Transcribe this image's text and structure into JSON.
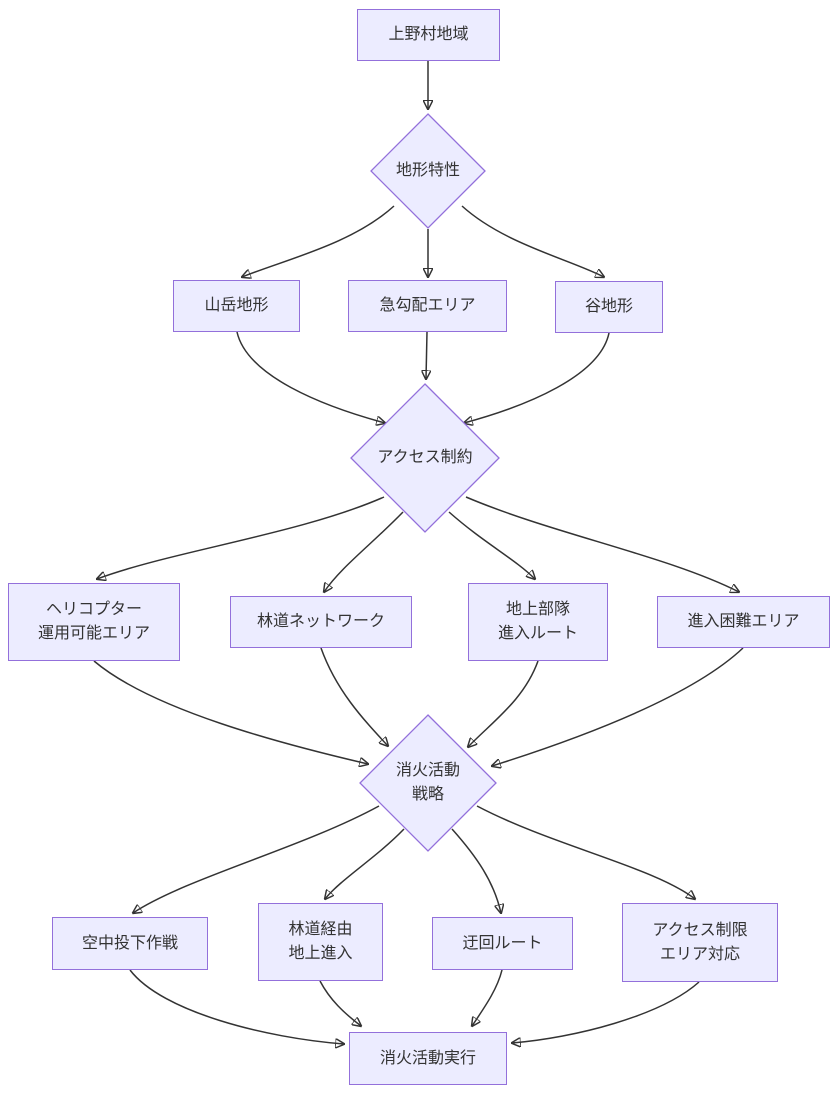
{
  "diagram": {
    "type": "flowchart",
    "direction": "top-down",
    "colors": {
      "node_fill": "#ECECFF",
      "node_border": "#9370DB",
      "edge_color": "#333333",
      "text_color": "#333333",
      "background": "#ffffff"
    },
    "nodes": {
      "region": {
        "label": "上野村地域",
        "shape": "rect"
      },
      "terrain_decision": {
        "label": "地形特性",
        "shape": "diamond"
      },
      "mountain": {
        "label": "山岳地形",
        "shape": "rect"
      },
      "steep_slope": {
        "label": "急勾配エリア",
        "shape": "rect"
      },
      "valley": {
        "label": "谷地形",
        "shape": "rect"
      },
      "access_decision": {
        "label": "アクセス制約",
        "shape": "diamond"
      },
      "helicopter_area": {
        "line1": "ヘリコプター",
        "line2": "運用可能エリア",
        "shape": "rect"
      },
      "forest_road_network": {
        "label": "林道ネットワーク",
        "shape": "rect"
      },
      "ground_troops_route": {
        "line1": "地上部隊",
        "line2": "進入ルート",
        "shape": "rect"
      },
      "hard_access_area": {
        "label": "進入困難エリア",
        "shape": "rect"
      },
      "strategy_decision": {
        "line1": "消火活動",
        "line2": "戦略",
        "shape": "diamond"
      },
      "air_drop": {
        "label": "空中投下作戦",
        "shape": "rect"
      },
      "via_forest_road": {
        "line1": "林道経由",
        "line2": "地上進入",
        "shape": "rect"
      },
      "detour_route": {
        "label": "迂回ルート",
        "shape": "rect"
      },
      "restricted_area_response": {
        "line1": "アクセス制限",
        "line2": "エリア対応",
        "shape": "rect"
      },
      "execute": {
        "label": "消火活動実行",
        "shape": "rect"
      }
    },
    "edges": [
      {
        "from": "region",
        "to": "terrain_decision"
      },
      {
        "from": "terrain_decision",
        "to": "mountain"
      },
      {
        "from": "terrain_decision",
        "to": "steep_slope"
      },
      {
        "from": "terrain_decision",
        "to": "valley"
      },
      {
        "from": "mountain",
        "to": "access_decision"
      },
      {
        "from": "steep_slope",
        "to": "access_decision"
      },
      {
        "from": "valley",
        "to": "access_decision"
      },
      {
        "from": "access_decision",
        "to": "helicopter_area"
      },
      {
        "from": "access_decision",
        "to": "forest_road_network"
      },
      {
        "from": "access_decision",
        "to": "ground_troops_route"
      },
      {
        "from": "access_decision",
        "to": "hard_access_area"
      },
      {
        "from": "helicopter_area",
        "to": "strategy_decision"
      },
      {
        "from": "forest_road_network",
        "to": "strategy_decision"
      },
      {
        "from": "ground_troops_route",
        "to": "strategy_decision"
      },
      {
        "from": "hard_access_area",
        "to": "strategy_decision"
      },
      {
        "from": "strategy_decision",
        "to": "air_drop"
      },
      {
        "from": "strategy_decision",
        "to": "via_forest_road"
      },
      {
        "from": "strategy_decision",
        "to": "detour_route"
      },
      {
        "from": "strategy_decision",
        "to": "restricted_area_response"
      },
      {
        "from": "air_drop",
        "to": "execute"
      },
      {
        "from": "via_forest_road",
        "to": "execute"
      },
      {
        "from": "detour_route",
        "to": "execute"
      },
      {
        "from": "restricted_area_response",
        "to": "execute"
      }
    ]
  }
}
